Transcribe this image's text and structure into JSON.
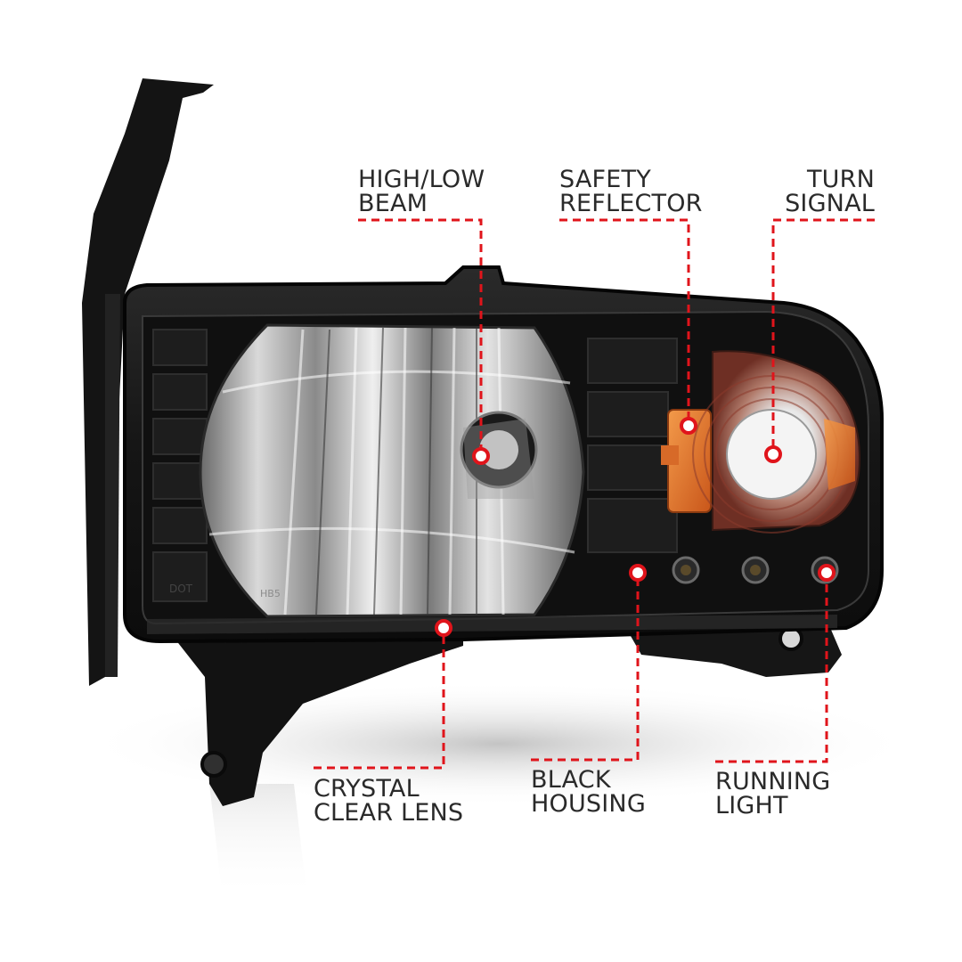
{
  "callouts": {
    "high_low_beam": {
      "line1": "HIGH/LOW",
      "line2": "BEAM"
    },
    "safety_reflector": {
      "line1": "SAFETY",
      "line2": "REFLECTOR"
    },
    "turn_signal": {
      "line1": "TURN",
      "line2": "SIGNAL"
    },
    "crystal_clear_lens": {
      "line1": "CRYSTAL",
      "line2": "CLEAR LENS"
    },
    "black_housing": {
      "line1": "BLACK",
      "line2": "HOUSING"
    },
    "running_light": {
      "line1": "RUNNING",
      "line2": "LIGHT"
    }
  },
  "lens_markings": {
    "dot": "DOT",
    "hb": "HB5"
  },
  "colors": {
    "leader_red": "#e0141b",
    "housing_black": "#141414",
    "label_text": "#2a2a2a",
    "amber": "#e8761e"
  }
}
